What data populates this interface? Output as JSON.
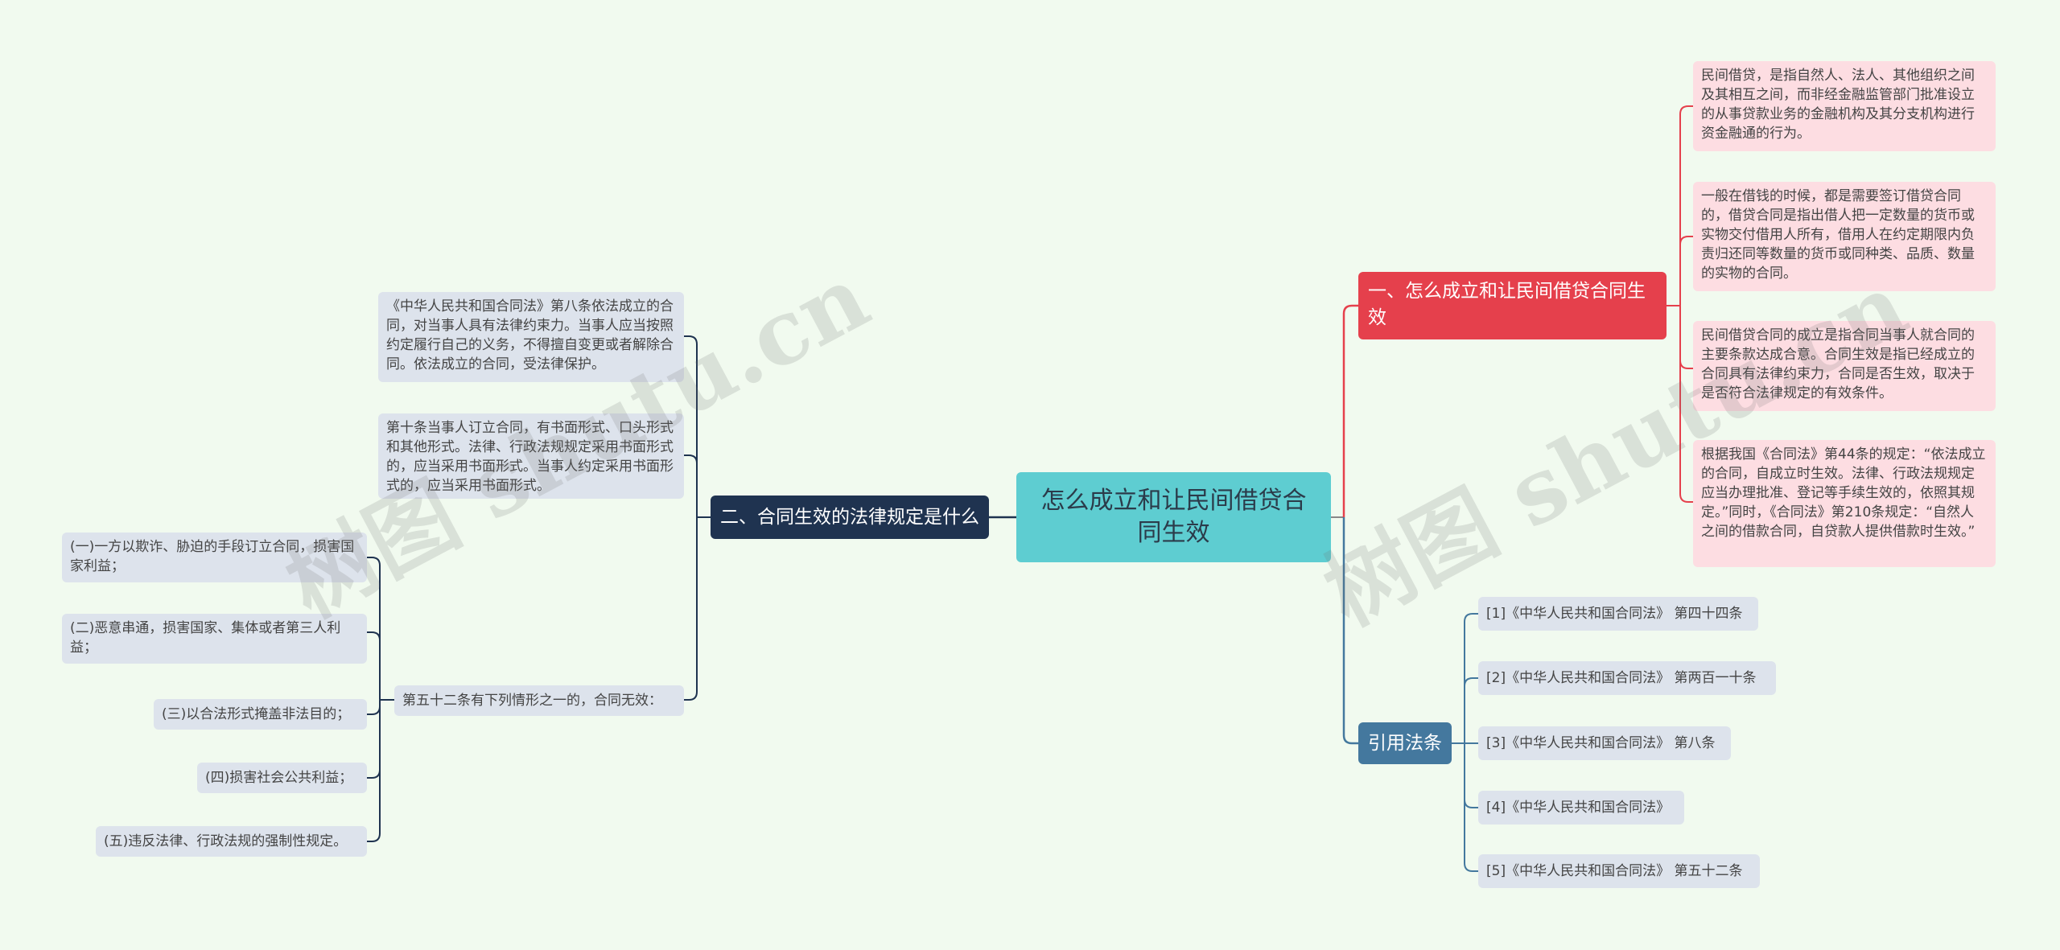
{
  "root": {
    "label": "怎么成立和让民间借贷合同生效"
  },
  "branch1": {
    "label": "一、怎么成立和让民间借贷合同生效",
    "items": [
      "民间借贷，是指自然人、法人、其他组织之间及其相互之间，而非经金融监管部门批准设立的从事贷款业务的金融机构及其分支机构进行资金融通的行为。",
      "一般在借钱的时候，都是需要签订借贷合同的，借贷合同是指出借人把一定数量的货币或实物交付借用人所有，借用人在约定期限内负责归还同等数量的货币或同种类、品质、数量的实物的合同。",
      "民间借贷合同的成立是指合同当事人就合同的主要条款达成合意。合同生效是指已经成立的合同具有法律约束力，合同是否生效，取决于是否符合法律规定的有效条件。",
      "根据我国《合同法》第44条的规定：“依法成立的合同，自成立时生效。法律、行政法规规定应当办理批准、登记等手续生效的，依照其规定。”同时，《合同法》第210条规定：“自然人之间的借款合同，自贷款人提供借款时生效。”"
    ]
  },
  "branch2": {
    "label": "二、合同生效的法律规定是什么",
    "items": [
      "《中华人民共和国合同法》第八条依法成立的合同，对当事人具有法律约束力。当事人应当按照约定履行自己的义务，不得擅自变更或者解除合同。依法成立的合同，受法律保护。",
      "第十条当事人订立合同，有书面形式、口头形式和其他形式。法律、行政法规规定采用书面形式的，应当采用书面形式。当事人约定采用书面形式的，应当采用书面形式。",
      "第五十二条有下列情形之一的，合同无效："
    ],
    "sub_items": [
      "(一)一方以欺诈、胁迫的手段订立合同，损害国家利益；",
      "(二)恶意串通，损害国家、集体或者第三人利益；",
      "(三)以合法形式掩盖非法目的；",
      "(四)损害社会公共利益；",
      "(五)违反法律、行政法规的强制性规定。"
    ]
  },
  "branch3": {
    "label": "引用法条",
    "items": [
      "[1]《中华人民共和国合同法》 第四十四条",
      "[2]《中华人民共和国合同法》 第两百一十条",
      "[3]《中华人民共和国合同法》 第八条",
      "[4]《中华人民共和国合同法》",
      "[5]《中华人民共和国合同法》 第五十二条"
    ]
  },
  "watermarks": [
    "树图 shutu.cn",
    "树图 shutu.cn"
  ],
  "colors": {
    "background": "#f1faef",
    "root": "#5ecdd1",
    "branch1": "#e5404c",
    "branch2": "#1f3350",
    "branch3": "#44789e",
    "leaf_pink": "#fddde2",
    "leaf_grey": "#dde3ec"
  }
}
